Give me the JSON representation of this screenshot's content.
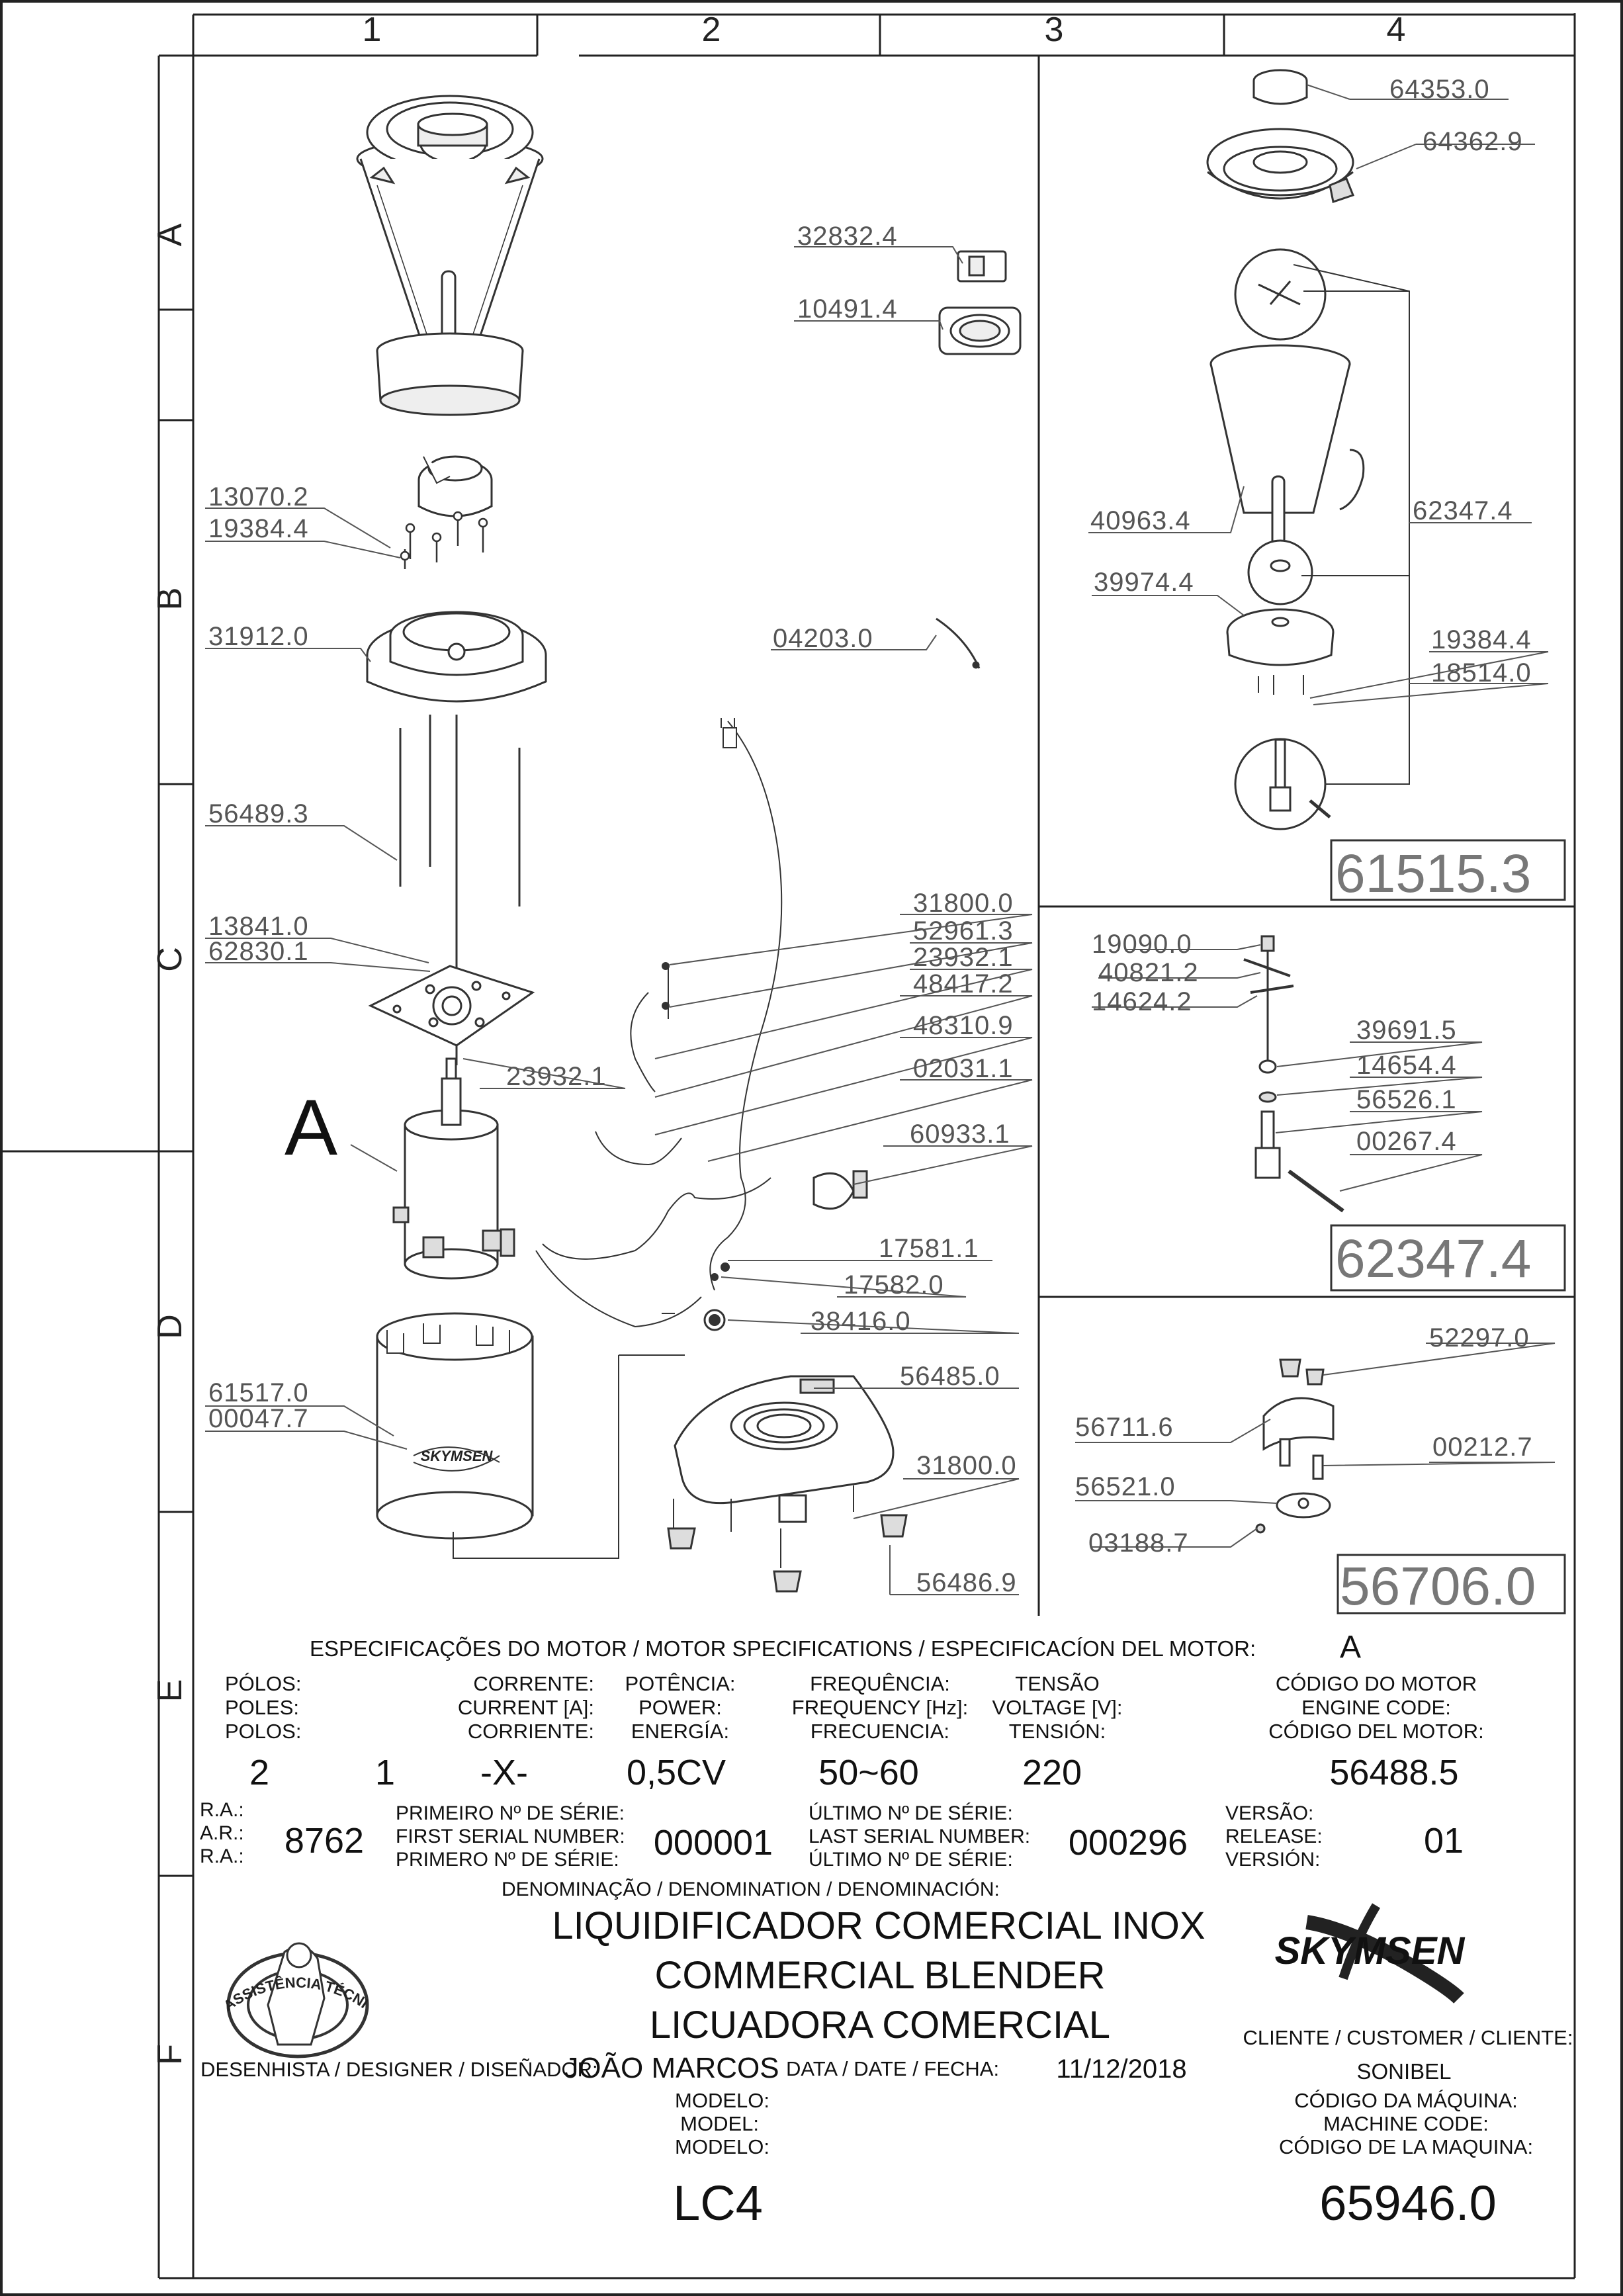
{
  "grid": {
    "columns": [
      "1",
      "2",
      "3",
      "4"
    ],
    "rows": [
      "A",
      "B",
      "C",
      "D",
      "E",
      "F"
    ]
  },
  "motor_marker": "A",
  "parts": {
    "p64353": "64353.0",
    "p64362": "64362.9",
    "p32832": "32832.4",
    "p10491": "10491.4",
    "p13070": "13070.2",
    "p19384a": "19384.4",
    "p31912": "31912.0",
    "p04203": "04203.0",
    "p40963": "40963.4",
    "p62347": "62347.4",
    "p39974": "39974.4",
    "p19384b": "19384.4",
    "p18514": "18514.0",
    "p56489": "56489.3",
    "p13841": "13841.0",
    "p62830": "62830.1",
    "p23932a": "23932.1",
    "p31800a": "31800.0",
    "p52961": "52961.3",
    "p23932b": "23932.1",
    "p48417": "48417.2",
    "p48310": "48310.9",
    "p02031": "02031.1",
    "p60933": "60933.1",
    "p17581": "17581.1",
    "p17582": "17582.0",
    "p38416": "38416.0",
    "p56485": "56485.0",
    "p31800b": "31800.0",
    "p56486": "56486.9",
    "p61517": "61517.0",
    "p00047": "00047.7",
    "p19090": "19090.0",
    "p40821": "40821.2",
    "p14624": "14624.2",
    "p39691": "39691.5",
    "p14654": "14654.4",
    "p56526": "56526.1",
    "p00267": "00267.4",
    "p52297": "52297.0",
    "p56711": "56711.6",
    "p00212": "00212.7",
    "p56521": "56521.0",
    "p03188": "03188.7"
  },
  "assemblies": {
    "a1": "61515.3",
    "a2": "62347.4",
    "a3": "56706.0"
  },
  "brand": "SKYMSEN",
  "motor_specs": {
    "header": "ESPECIFICAÇÕES DO MOTOR / MOTOR SPECIFICATIONS / ESPECIFICACÍON DEL MOTOR:",
    "header_value": "A",
    "poles_label": [
      "PÓLOS:",
      "POLES:",
      "POLOS:"
    ],
    "poles": "2",
    "current_label": [
      "CORRENTE:",
      "CURRENT [A]:",
      "CORRIENTE:"
    ],
    "current_a": "1",
    "current": "-X-",
    "power_label": [
      "POTÊNCIA:",
      "POWER:",
      "ENERGÍA:"
    ],
    "power": "0,5CV",
    "frequency_label": [
      "FREQUÊNCIA:",
      "FREQUENCY [Hz]:",
      "FRECUENCIA:"
    ],
    "frequency": "50~60",
    "voltage_label": [
      "TENSÃO",
      "VOLTAGE [V]:",
      "TENSIÓN:"
    ],
    "voltage": "220",
    "engine_label": [
      "CÓDIGO DO MOTOR",
      "ENGINE CODE:",
      "CÓDIGO DEL MOTOR:"
    ],
    "engine_code": "56488.5"
  },
  "serials": {
    "ra_label": [
      "R.A.:",
      "A.R.:",
      "R.A.:"
    ],
    "ra": "8762",
    "first_label": [
      "PRIMEIRO Nº DE SÉRIE:",
      "FIRST SERIAL NUMBER:",
      "PRIMERO Nº DE SÉRIE:"
    ],
    "first": "000001",
    "last_label": [
      "ÚLTIMO Nº DE SÉRIE:",
      "LAST SERIAL NUMBER:",
      "ÚLTIMO Nº DE SÉRIE:"
    ],
    "last": "000296",
    "version_label": [
      "VERSÃO:",
      "RELEASE:",
      "VERSIÓN:"
    ],
    "version": "01"
  },
  "title_block": {
    "denomination_label": "DENOMINAÇÃO / DENOMINATION / DENOMINACIÓN:",
    "name_pt": "LIQUIDIFICADOR COMERCIAL INOX",
    "name_en": "COMMERCIAL BLENDER",
    "name_es": "LICUADORA COMERCIAL",
    "designer_label": "DESENHISTA / DESIGNER / DISEÑADOR:",
    "designer": "JOÃO MARCOS",
    "date_label": "DATA / DATE / FECHA:",
    "date": "11/12/2018",
    "customer_label": "CLIENTE / CUSTOMER / CLIENTE:",
    "customer": "SONIBEL",
    "model_label": [
      "MODELO:",
      "MODEL:",
      "MODELO:"
    ],
    "model": "LC4",
    "machine_label": [
      "CÓDIGO DA MÁQUINA:",
      "MACHINE CODE:",
      "CÓDIGO DE LA MAQUINA:"
    ],
    "machine_code": "65946.0",
    "seal_text": "ASSISTÊNCIA TÉCNICA AUTORIZADA"
  }
}
